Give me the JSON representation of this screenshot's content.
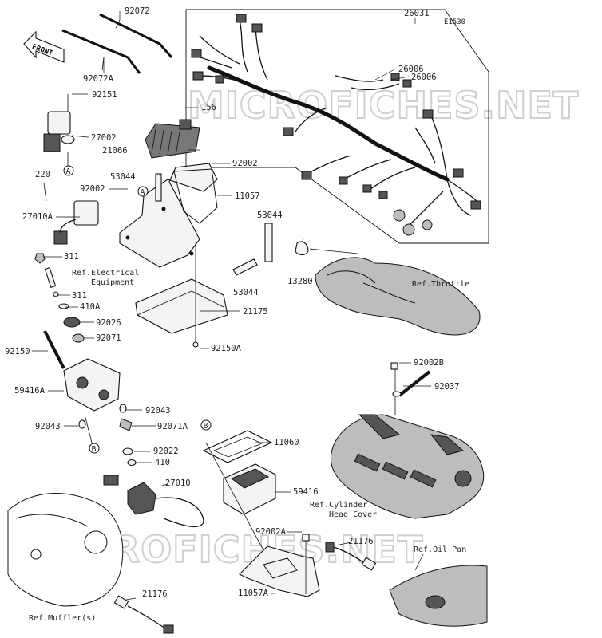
{
  "diagram_code": "E1530",
  "front_label": "FRONT",
  "watermark": "MICROFICHES.NET",
  "callouts": {
    "A": "A",
    "B": "B"
  },
  "part_numbers": [
    {
      "id": "p92072",
      "text": "92072"
    },
    {
      "id": "p92072A",
      "text": "92072A"
    },
    {
      "id": "p26031",
      "text": "26031"
    },
    {
      "id": "p26006a",
      "text": "26006"
    },
    {
      "id": "p26006b",
      "text": "26006"
    },
    {
      "id": "p92151",
      "text": "92151"
    },
    {
      "id": "p156",
      "text": "156"
    },
    {
      "id": "p27002",
      "text": "27002"
    },
    {
      "id": "p21066",
      "text": "21066"
    },
    {
      "id": "p92002a",
      "text": "92002"
    },
    {
      "id": "p220",
      "text": "220"
    },
    {
      "id": "p53044a",
      "text": "53044"
    },
    {
      "id": "p92002b",
      "text": "92002"
    },
    {
      "id": "p11057",
      "text": "11057"
    },
    {
      "id": "p27010A",
      "text": "27010A"
    },
    {
      "id": "p53044b",
      "text": "53044"
    },
    {
      "id": "p311a",
      "text": "311"
    },
    {
      "id": "p13280",
      "text": "13280"
    },
    {
      "id": "p53044c",
      "text": "53044"
    },
    {
      "id": "p311b",
      "text": "311"
    },
    {
      "id": "p410A",
      "text": "410A"
    },
    {
      "id": "p21175",
      "text": "21175"
    },
    {
      "id": "p92026",
      "text": "92026"
    },
    {
      "id": "p92071",
      "text": "92071"
    },
    {
      "id": "p92150",
      "text": "92150"
    },
    {
      "id": "p92150A",
      "text": "92150A"
    },
    {
      "id": "p59416A",
      "text": "59416A"
    },
    {
      "id": "p92002B",
      "text": "92002B"
    },
    {
      "id": "p92037",
      "text": "92037"
    },
    {
      "id": "p92043a",
      "text": "92043"
    },
    {
      "id": "p92071A",
      "text": "92071A"
    },
    {
      "id": "p92043b",
      "text": "92043"
    },
    {
      "id": "p11060",
      "text": "11060"
    },
    {
      "id": "p92022",
      "text": "92022"
    },
    {
      "id": "p410",
      "text": "410"
    },
    {
      "id": "p27010",
      "text": "27010"
    },
    {
      "id": "p59416",
      "text": "59416"
    },
    {
      "id": "p92002A",
      "text": "92002A"
    },
    {
      "id": "p21176a",
      "text": "21176"
    },
    {
      "id": "p11057A",
      "text": "11057A"
    },
    {
      "id": "p21176b",
      "text": "21176"
    }
  ],
  "references": {
    "electrical_line1": "Ref.Electrical",
    "electrical_line2": "Equipment",
    "throttle": "Ref.Throttle",
    "cylinder_line1": "Ref.Cylinder",
    "cylinder_line2": "Head Cover",
    "oil_pan": "Ref.Oil Pan",
    "muffler": "Ref.Muffler(s)"
  }
}
